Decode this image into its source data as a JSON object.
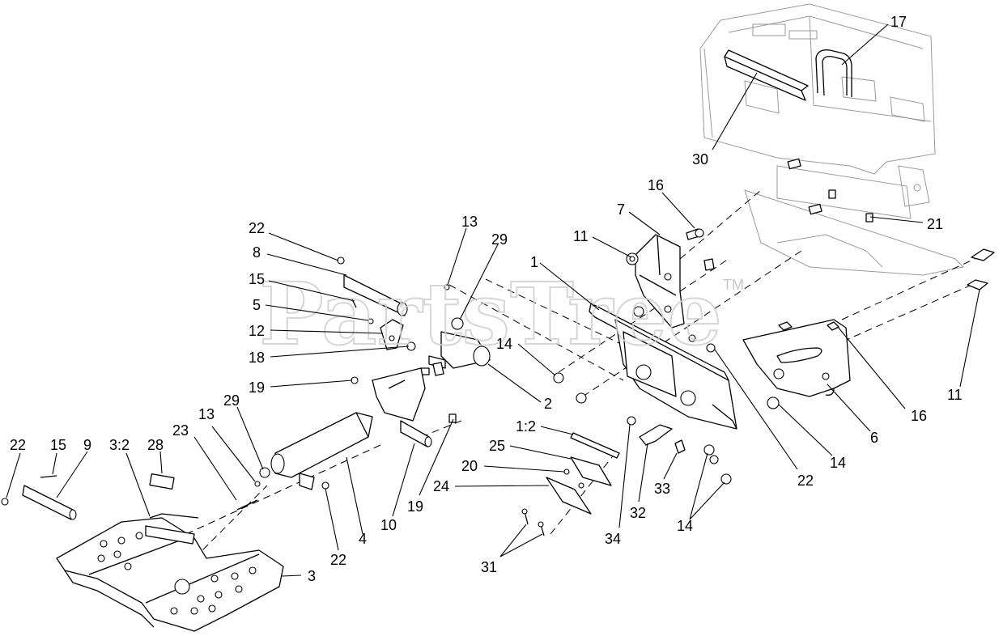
{
  "watermark": {
    "text": "PartsTree",
    "trademark": "TM"
  },
  "callouts": {
    "c1": "1",
    "c1_2": "1:2",
    "c2": "2",
    "c3": "3",
    "c3_2": "3:2",
    "c4": "4",
    "c5": "5",
    "c6": "6",
    "c7": "7",
    "c8": "8",
    "c9": "9",
    "c10": "10",
    "c11a": "11",
    "c11b": "11",
    "c12": "12",
    "c13a": "13",
    "c13b": "13",
    "c14a": "14",
    "c14b": "14",
    "c14c": "14",
    "c15a": "15",
    "c15b": "15",
    "c16a": "16",
    "c16b": "16",
    "c17": "17",
    "c18": "18",
    "c19a": "19",
    "c19b": "19",
    "c20": "20",
    "c21": "21",
    "c22a": "22",
    "c22b": "22",
    "c22c": "22",
    "c22d": "22",
    "c23": "23",
    "c24": "24",
    "c25": "25",
    "c28": "28",
    "c29a": "29",
    "c29b": "29",
    "c30": "30",
    "c31": "31",
    "c32": "32",
    "c33": "33",
    "c34": "34"
  }
}
